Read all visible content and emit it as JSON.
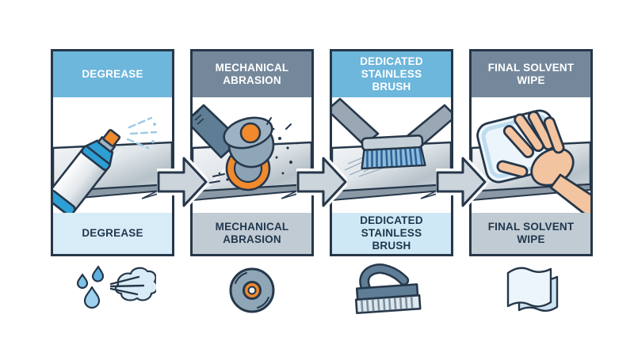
{
  "diagram": {
    "steps": [
      {
        "title": "DEGREASE",
        "label": "DEGREASE",
        "icon": "spray-mist-droplets-icon",
        "header_bg": "#6db6dc",
        "label_bg": "#d8ecf8"
      },
      {
        "title": "MECHANICAL ABRASION",
        "label": "MECHANICAL ABRASION",
        "icon": "grinding-disc-icon",
        "header_bg": "#75889b",
        "label_bg": "#c1cbd3"
      },
      {
        "title": "DEDICATED STAINLESS BRUSH",
        "label": "DEDICATED STAINLESS BRUSH",
        "icon": "wire-brush-icon",
        "header_bg": "#6db6dc",
        "label_bg": "#cfe8f5"
      },
      {
        "title": "FINAL SOLVENT WIPE",
        "label": "FINAL SOLVENT WIPE",
        "icon": "folded-wipes-icon",
        "header_bg": "#75889b",
        "label_bg": "#c1cbd3"
      }
    ],
    "colors": {
      "outline": "#26374a",
      "accent_orange": "#f08a2d",
      "steel_blue": "#2e9fd4",
      "bristle_blue": "#2d6396",
      "arrow_fill": "#ccd5db",
      "metal_edge": "#8b99a6",
      "header_text": "#ffffff",
      "label_text": "#20384e"
    }
  }
}
